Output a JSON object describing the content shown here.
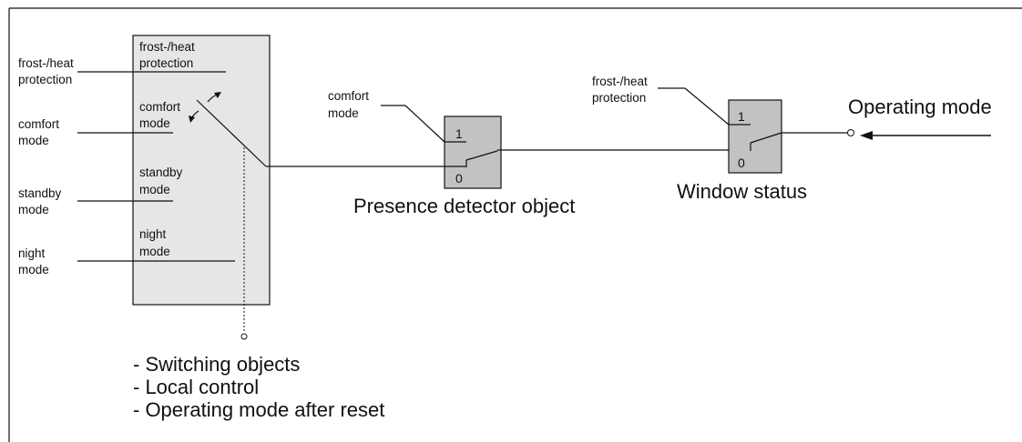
{
  "mode_selector": {
    "box_labels": {
      "frost_heat_1": "frost-/heat",
      "frost_heat_2": "protection",
      "comfort_1": "comfort",
      "comfort_2": "mode",
      "standby_1": "standby",
      "standby_2": "mode",
      "night_1": "night",
      "night_2": "mode"
    },
    "input_labels": {
      "frost_heat_1": "frost-/heat",
      "frost_heat_2": "protection",
      "comfort_1": "comfort",
      "comfort_2": "mode",
      "standby_1": "standby",
      "standby_2": "mode",
      "night_1": "night",
      "night_2": "mode"
    }
  },
  "presence_detector": {
    "input_1": "comfort",
    "input_2": "mode",
    "state_on": "1",
    "state_off": "0",
    "title": "Presence detector object"
  },
  "window_status": {
    "input_1": "frost-/heat",
    "input_2": "protection",
    "state_on": "1",
    "state_off": "0",
    "title": "Window status"
  },
  "operating_mode_label": "Operating mode",
  "notes": [
    "- Switching objects",
    "- Local control",
    "- Operating mode after reset"
  ],
  "colors": {
    "box_fill_light": "#e6e6e6",
    "box_fill_dark": "#c2c2c2",
    "line": "#111111"
  }
}
